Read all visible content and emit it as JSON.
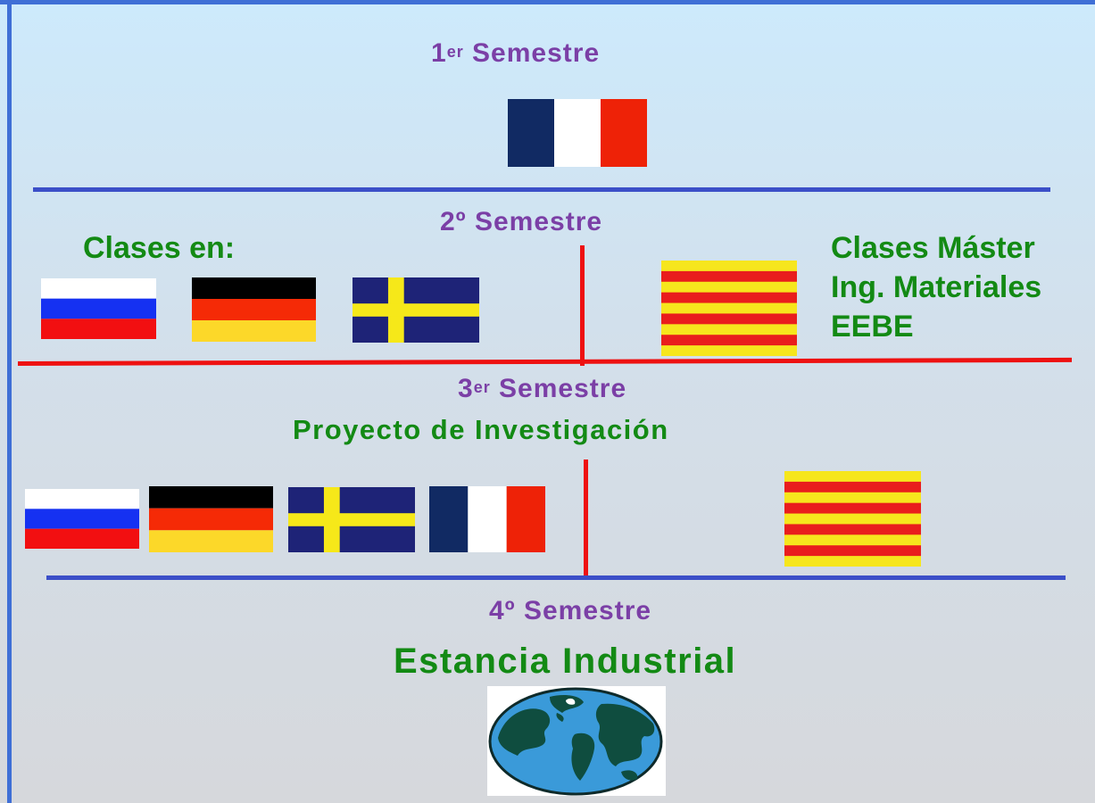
{
  "semesters": {
    "s1": {
      "number": "1",
      "suffix": "er",
      "label": "Semestre"
    },
    "s2": {
      "heading": "2º Semestre"
    },
    "s3": {
      "number": "3",
      "suffix": "er",
      "label": "Semestre",
      "subtitle": "Proyecto de Investigación"
    },
    "s4": {
      "heading": "4º Semestre",
      "subtitle": "Estancia Industrial"
    }
  },
  "classes_label": "Clases en:",
  "master": {
    "line1": "Clases Máster",
    "line2": "Ing. Materiales",
    "line3": "EEBE"
  },
  "flags": {
    "row1": [
      "france-flag-icon"
    ],
    "row2_left": [
      "russia-flag-icon",
      "germany-flag-icon",
      "sweden-flag-icon"
    ],
    "row2_right": [
      "catalonia-flag-icon"
    ],
    "row3_left": [
      "russia-flag-icon",
      "germany-flag-icon",
      "sweden-flag-icon",
      "france-flag-icon"
    ],
    "row3_right": [
      "catalonia-flag-icon"
    ],
    "row4": [
      "globe-icon"
    ]
  },
  "colors": {
    "heading_purple": "#7b3fa6",
    "text_green": "#138a14",
    "divider_blue": "#3b4fc8",
    "divider_red": "#ee1111",
    "frame_blue": "#3f6fd6"
  }
}
